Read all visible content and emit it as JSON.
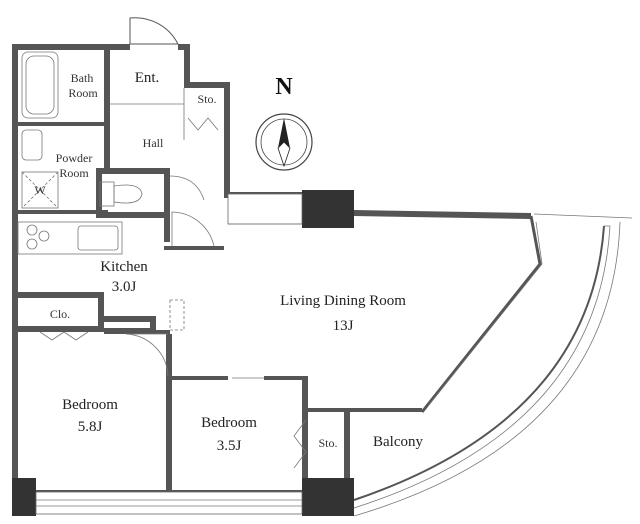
{
  "rooms": {
    "bath": [
      "Bath",
      "Room"
    ],
    "entrance": "Ent.",
    "storage_entrance": "Sto.",
    "hall": "Hall",
    "powder": [
      "Powder",
      "Room"
    ],
    "washer": "W",
    "kitchen": {
      "name": "Kitchen",
      "size": "3.0J"
    },
    "closet": "Clo.",
    "living_dining": {
      "name": "Living Dining Room",
      "size": "13J"
    },
    "bedroom_main": {
      "name": "Bedroom",
      "size": "5.8J"
    },
    "bedroom_second": {
      "name": "Bedroom",
      "size": "3.5J"
    },
    "storage_bedroom": "Sto.",
    "balcony": "Balcony"
  },
  "compass": {
    "label": "N"
  },
  "colors": {
    "wall": "#555555",
    "column": "#333333",
    "line": "#555555"
  }
}
